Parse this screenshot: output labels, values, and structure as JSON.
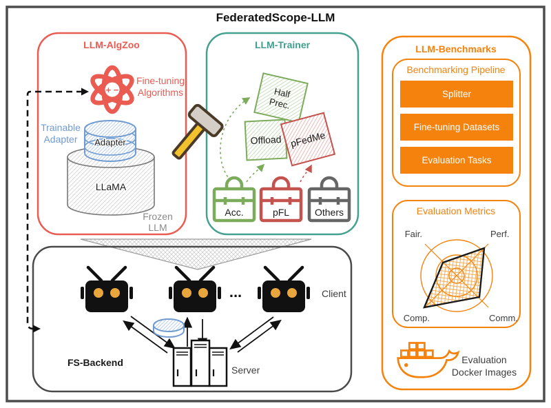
{
  "title": "FederatedScope-LLM",
  "algzoo": {
    "title": "LLM-AlgZoo",
    "atom_symbol": "+ −",
    "fine_tuning": [
      "Fine-tuning",
      "Algorithms"
    ],
    "trainable": [
      "Trainable",
      "Adapter"
    ],
    "adapter_label": "Adapter",
    "llama_label": "LLaMA",
    "frozen": [
      "Frozen",
      "LLM"
    ]
  },
  "trainer": {
    "title": "LLM-Trainer",
    "half_prec": [
      "Half",
      "Prec."
    ],
    "offload": "Offload",
    "pfedme": "pFedMe",
    "briefcases": [
      "Acc.",
      "pFL",
      "Others"
    ]
  },
  "backend": {
    "label": "FS-Backend",
    "client": "Client",
    "server": "Server",
    "dots": "..."
  },
  "benchmarks": {
    "title": "LLM-Benchmarks",
    "pipeline": {
      "title": "Benchmarking Pipeline",
      "bars": [
        "Splitter",
        "Fine-tuning Datasets",
        "Evaluation Tasks"
      ]
    },
    "metrics": {
      "title": "Evaluation Metrics",
      "axes": [
        "Fair.",
        "Perf.",
        "Comp.",
        "Comm."
      ],
      "polygon_values": {
        "Perf.": 1.08,
        "Fair.": 0.55,
        "Comp.": 1.28,
        "Comm.": 0.87
      }
    },
    "docker": [
      "Evaluation",
      "Docker Images"
    ]
  },
  "colors": {
    "red": "#ea5b52",
    "teal": "#45a18f",
    "orange": "#f5820d",
    "green": "#7cab5c",
    "dark_red": "#c4524e",
    "blue": "#6f9bd2",
    "gray": "#666666",
    "frame": "#4d4d4d"
  }
}
